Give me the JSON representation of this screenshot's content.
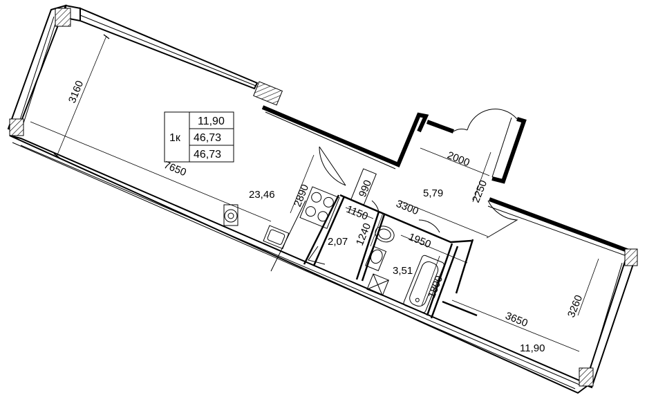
{
  "summary_table": {
    "room_type": "1к",
    "living_area": "11,90",
    "total_area": "46,73",
    "total_area_with_balcony": "46,73"
  },
  "room_areas": {
    "living_room": "23,46",
    "hallway": "5,79",
    "wc": "2,07",
    "bathroom": "3,51",
    "bedroom": "11,90"
  },
  "dimensions": {
    "living_width": "3160",
    "living_length": "7650",
    "kitchen_depth": "2890",
    "niche": "990",
    "wc_width": "1150",
    "wc_length": "1240",
    "hall_length": "3300",
    "hall_width": "2000",
    "hall_depth": "2250",
    "bath_width": "1950",
    "bath_length": "1800",
    "bedroom_length": "3650",
    "bedroom_width": "3260"
  }
}
